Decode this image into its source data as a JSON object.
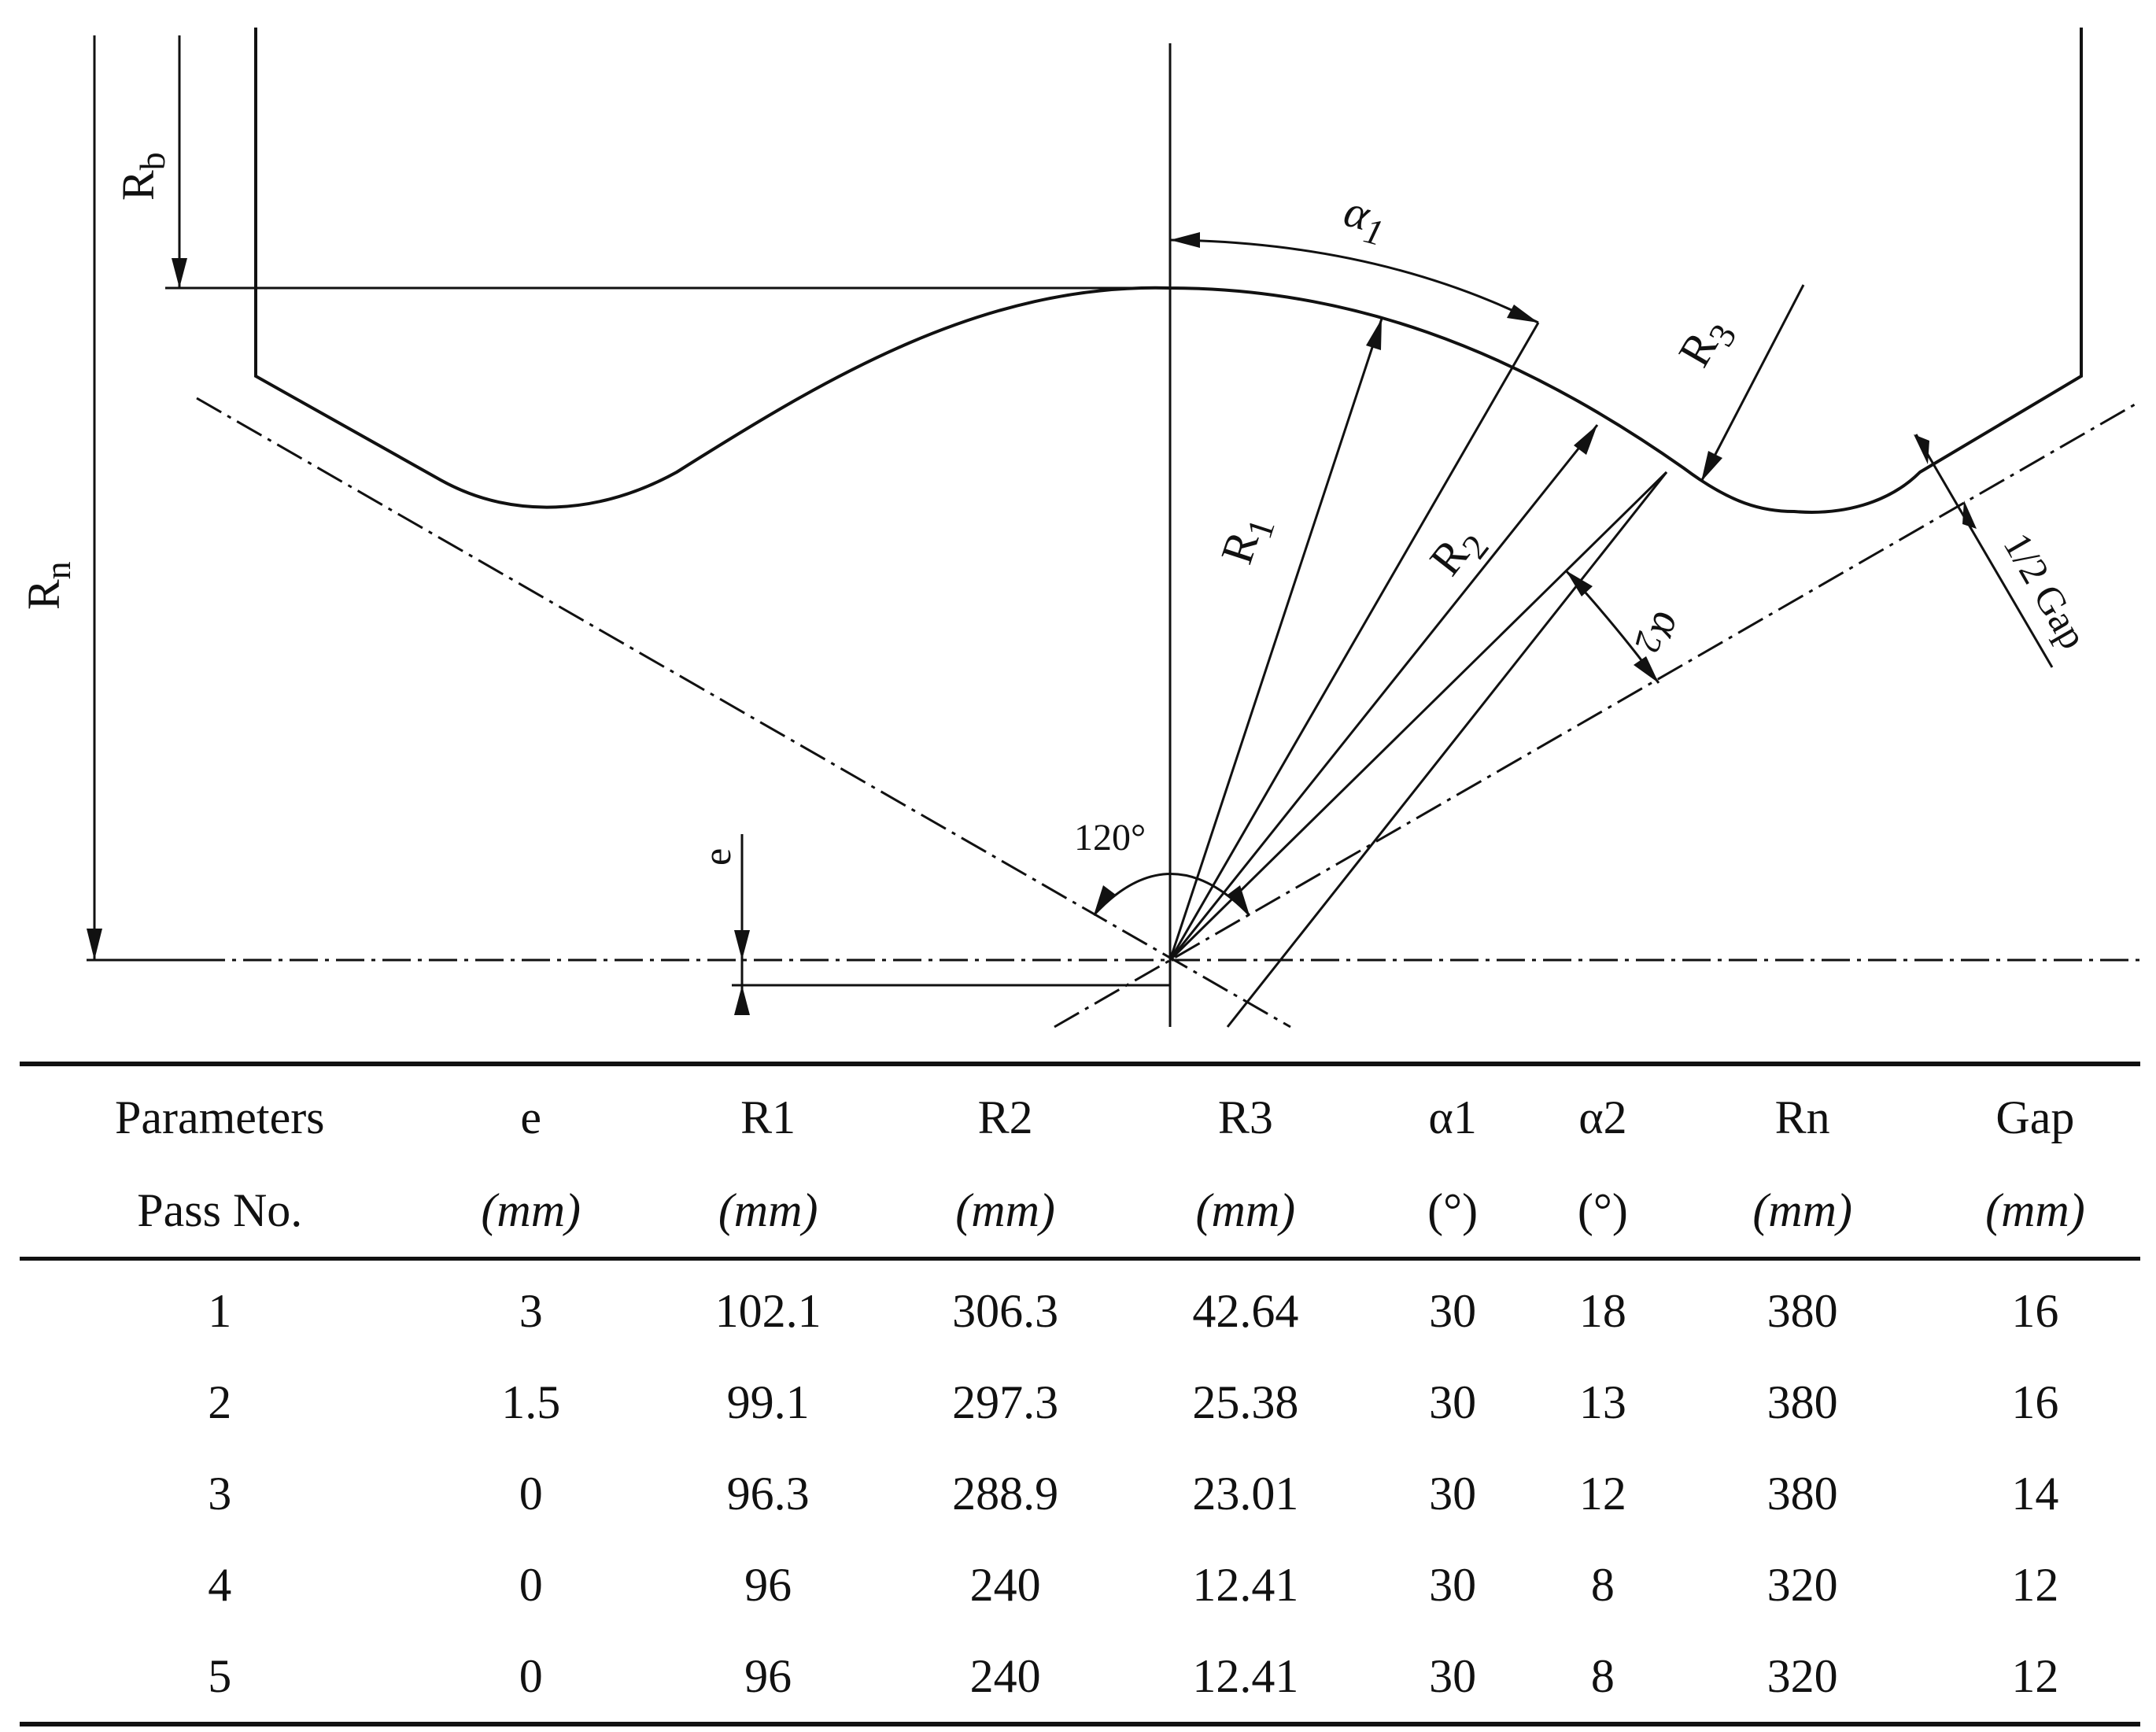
{
  "labels": {
    "rb": {
      "main": "R",
      "sub": "b"
    },
    "rn": {
      "main": "R",
      "sub": "n"
    },
    "a1": {
      "main": "α",
      "sub": "1"
    },
    "a2": {
      "main": "α",
      "sub": "2"
    },
    "r1": {
      "main": "R",
      "sub": "1"
    },
    "r2": {
      "main": "R",
      "sub": "2"
    },
    "r3": {
      "main": "R",
      "sub": "3"
    },
    "half_gap": "1/2 Gap",
    "angle_120": "120°",
    "e": "e"
  },
  "table": {
    "header_row1": [
      "Parameters",
      "e",
      "R1",
      "R2",
      "R3",
      "α1",
      "α2",
      "Rn",
      "Gap"
    ],
    "header_row2": [
      "Pass No.",
      "(mm)",
      "(mm)",
      "(mm)",
      "(mm)",
      "(°)",
      "(°)",
      "(mm)",
      "(mm)"
    ],
    "rows": [
      [
        "1",
        "3",
        "102.1",
        "306.3",
        "42.64",
        "30",
        "18",
        "380",
        "16"
      ],
      [
        "2",
        "1.5",
        "99.1",
        "297.3",
        "25.38",
        "30",
        "13",
        "380",
        "16"
      ],
      [
        "3",
        "0",
        "96.3",
        "288.9",
        "23.01",
        "30",
        "12",
        "380",
        "14"
      ],
      [
        "4",
        "0",
        "96",
        "240",
        "12.41",
        "30",
        "8",
        "320",
        "12"
      ],
      [
        "5",
        "0",
        "96",
        "240",
        "12.41",
        "30",
        "8",
        "320",
        "12"
      ]
    ]
  }
}
